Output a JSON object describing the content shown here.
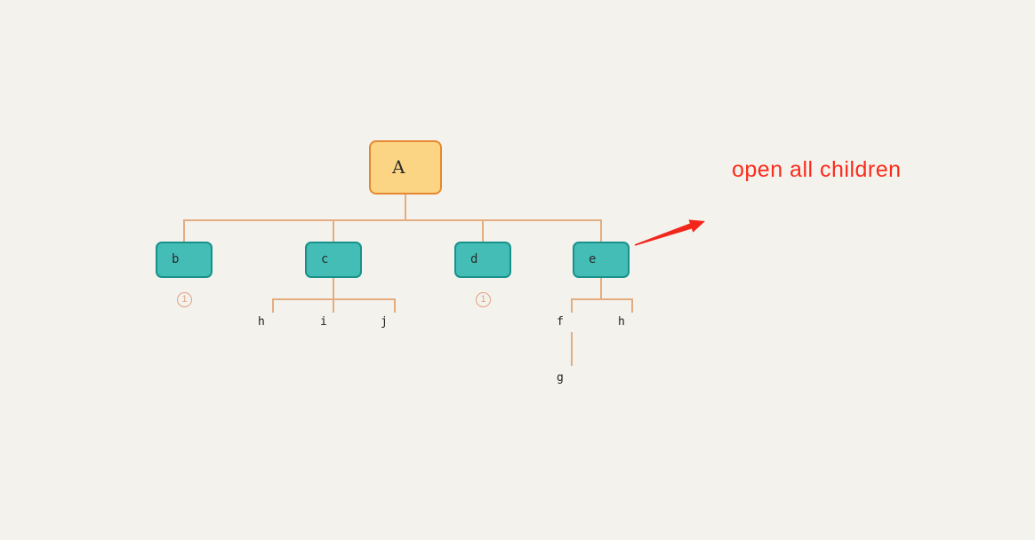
{
  "nodes": {
    "root": {
      "label": "A"
    },
    "b": {
      "label": "b",
      "badge": "1"
    },
    "c": {
      "label": "c"
    },
    "d": {
      "label": "d",
      "badge": "1"
    },
    "e": {
      "label": "e"
    }
  },
  "leaves": {
    "c_h": "h",
    "c_i": "i",
    "c_j": "j",
    "e_f": "f",
    "e_h": "h",
    "f_g": "g"
  },
  "annotation": {
    "text": "open all children"
  },
  "tree_structure": {
    "root": "A",
    "children_of_A": [
      "b",
      "c",
      "d",
      "e"
    ],
    "collapsed_nodes_with_hidden_count": {
      "b": 1,
      "d": 1
    },
    "children_of_c": [
      "h",
      "i",
      "j"
    ],
    "children_of_e": [
      "f",
      "h"
    ],
    "children_of_f": [
      "g"
    ]
  },
  "colors": {
    "background": "#f4f2ed",
    "connector": "#e3ad80",
    "root_fill": "#fcd584",
    "root_border": "#e8872f",
    "child_fill": "#45bdb7",
    "child_border": "#18918b",
    "node_text": "#2b2b2b",
    "badge_outline": "#dfa183",
    "annotation_red": "#fb2b1b"
  }
}
